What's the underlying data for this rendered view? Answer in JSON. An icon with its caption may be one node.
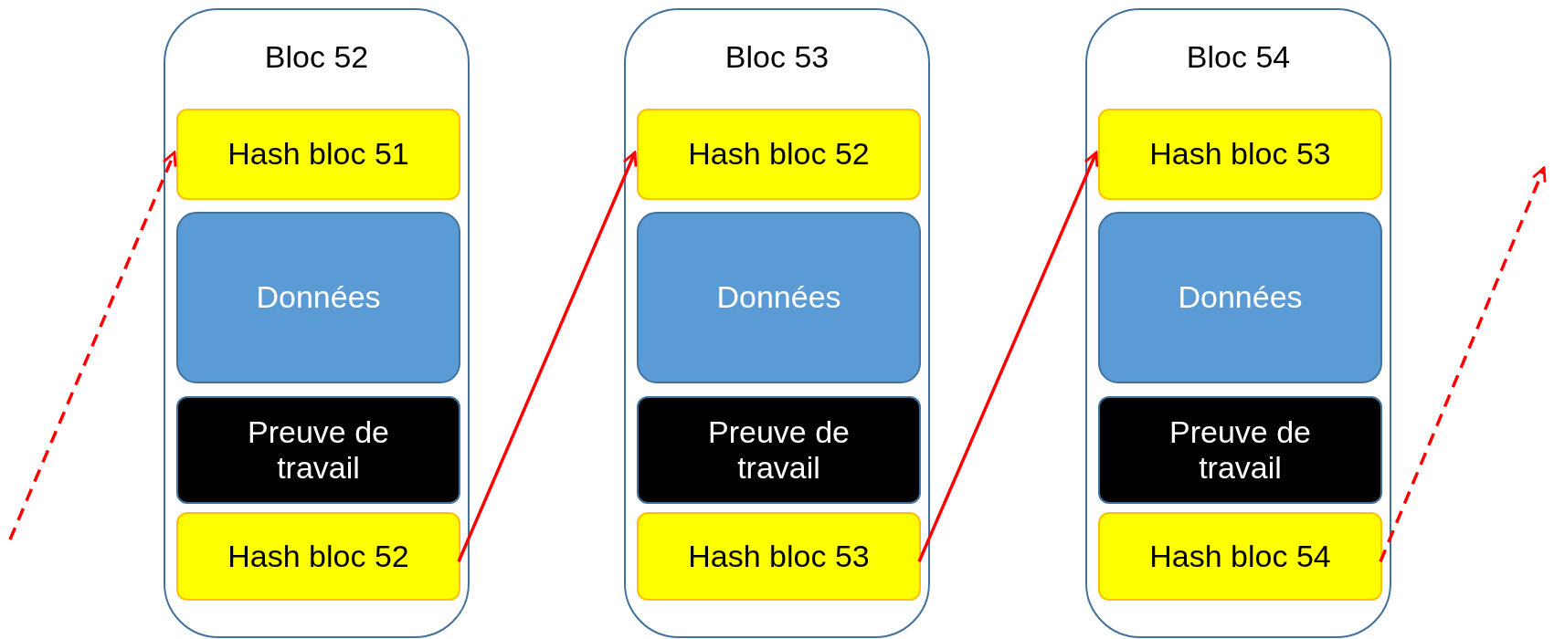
{
  "diagram": {
    "nodes": [
      {
        "text": [
          "Bloc 52"
        ]
      },
      {
        "text": [
          "Hash bloc 51"
        ],
        "in": 0
      },
      {
        "text": [
          "Données"
        ],
        "in": 0
      },
      {
        "text": [
          "Preuve de travail"
        ],
        "in": 0
      },
      {
        "text": [
          "Hash bloc 52"
        ],
        "in": 0
      },
      {
        "text": [
          "Bloc 53"
        ]
      },
      {
        "text": [
          "Hash bloc 52"
        ],
        "in": 5
      },
      {
        "text": [
          "Données"
        ],
        "in": 5
      },
      {
        "text": [
          "Preuve de travail"
        ],
        "in": 5
      },
      {
        "text": [
          "Hash bloc 53"
        ],
        "in": 5
      },
      {
        "text": [
          "Bloc 54"
        ]
      },
      {
        "text": [
          "Hash bloc 53"
        ],
        "in": 10
      },
      {
        "text": [
          "Données"
        ],
        "in": 10
      },
      {
        "text": [
          "Preuve de travail"
        ],
        "in": 10
      },
      {
        "text": [
          "Hash bloc 54"
        ],
        "in": 10
      }
    ],
    "edges": [
      {
        "from": null,
        "to": 1,
        "arrow": "to",
        "style": "dashed"
      },
      {
        "from": 4,
        "to": 6,
        "arrow": "to"
      },
      {
        "from": 9,
        "to": 11,
        "arrow": "to"
      },
      {
        "from": 14,
        "to": null,
        "arrow": "to",
        "style": "dashed"
      }
    ]
  }
}
